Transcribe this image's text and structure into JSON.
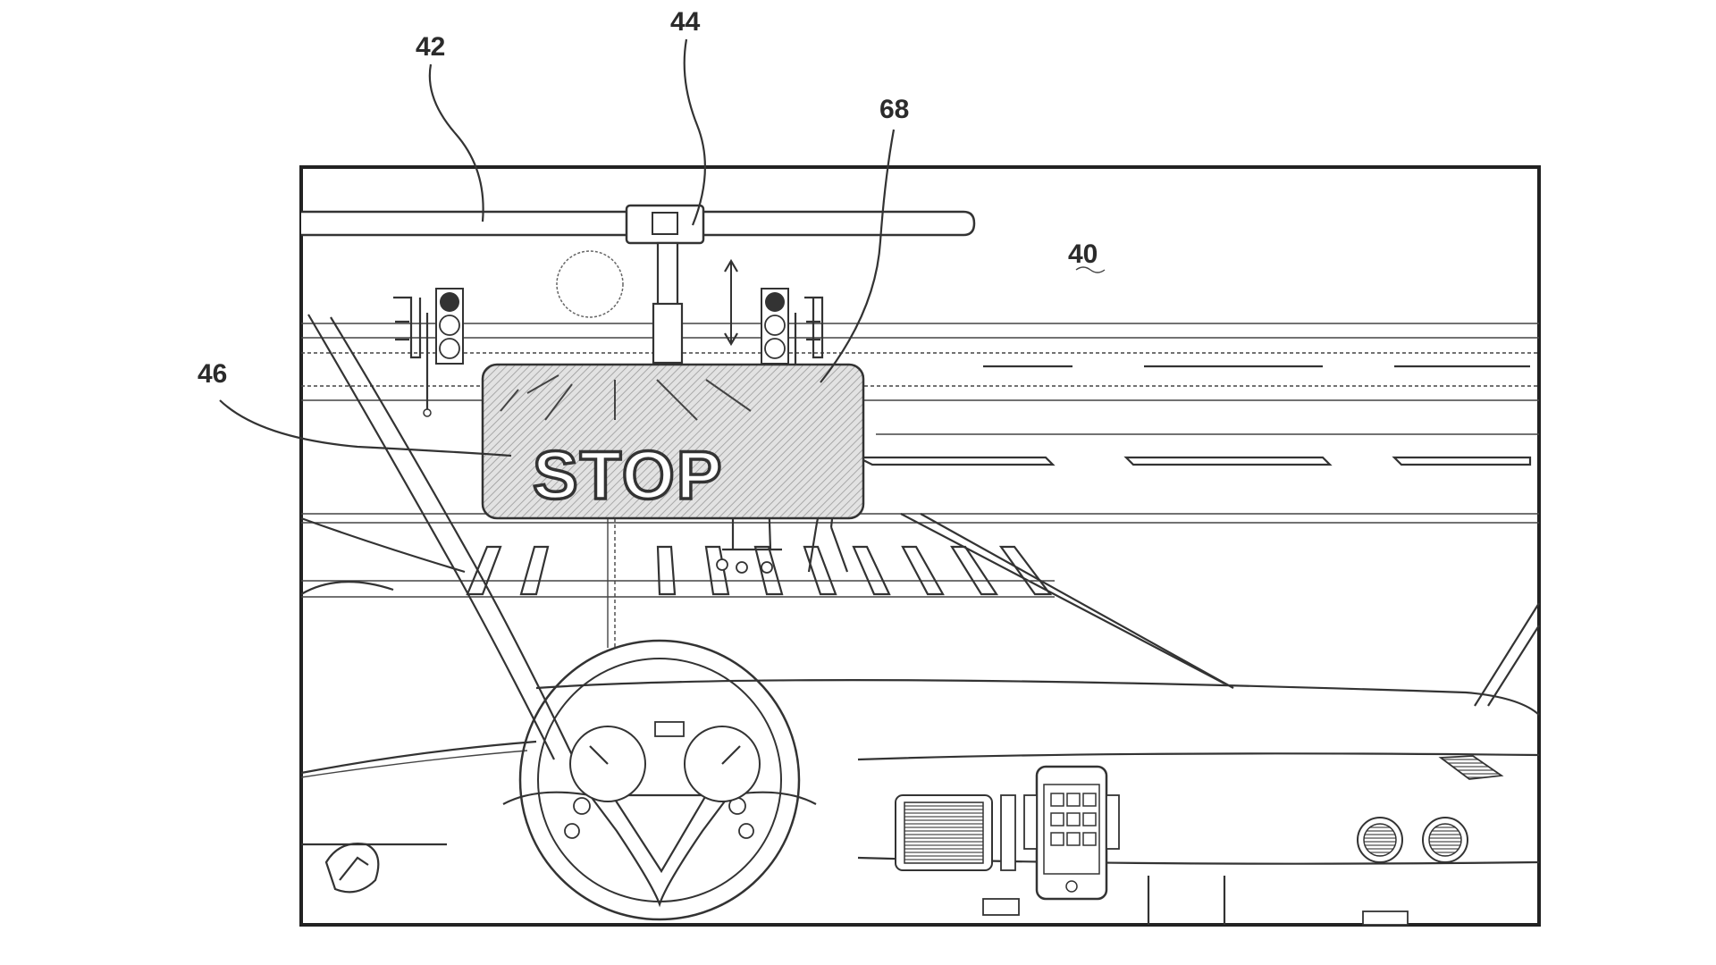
{
  "labels": {
    "vehicle_interior": "40",
    "track": "42",
    "projector": "44",
    "display_screen": "46",
    "pedestrian": "68"
  },
  "display": {
    "text": "STOP"
  },
  "colors": {
    "line": "#333333",
    "background": "#ffffff",
    "hatch": "#bdbdbd"
  }
}
